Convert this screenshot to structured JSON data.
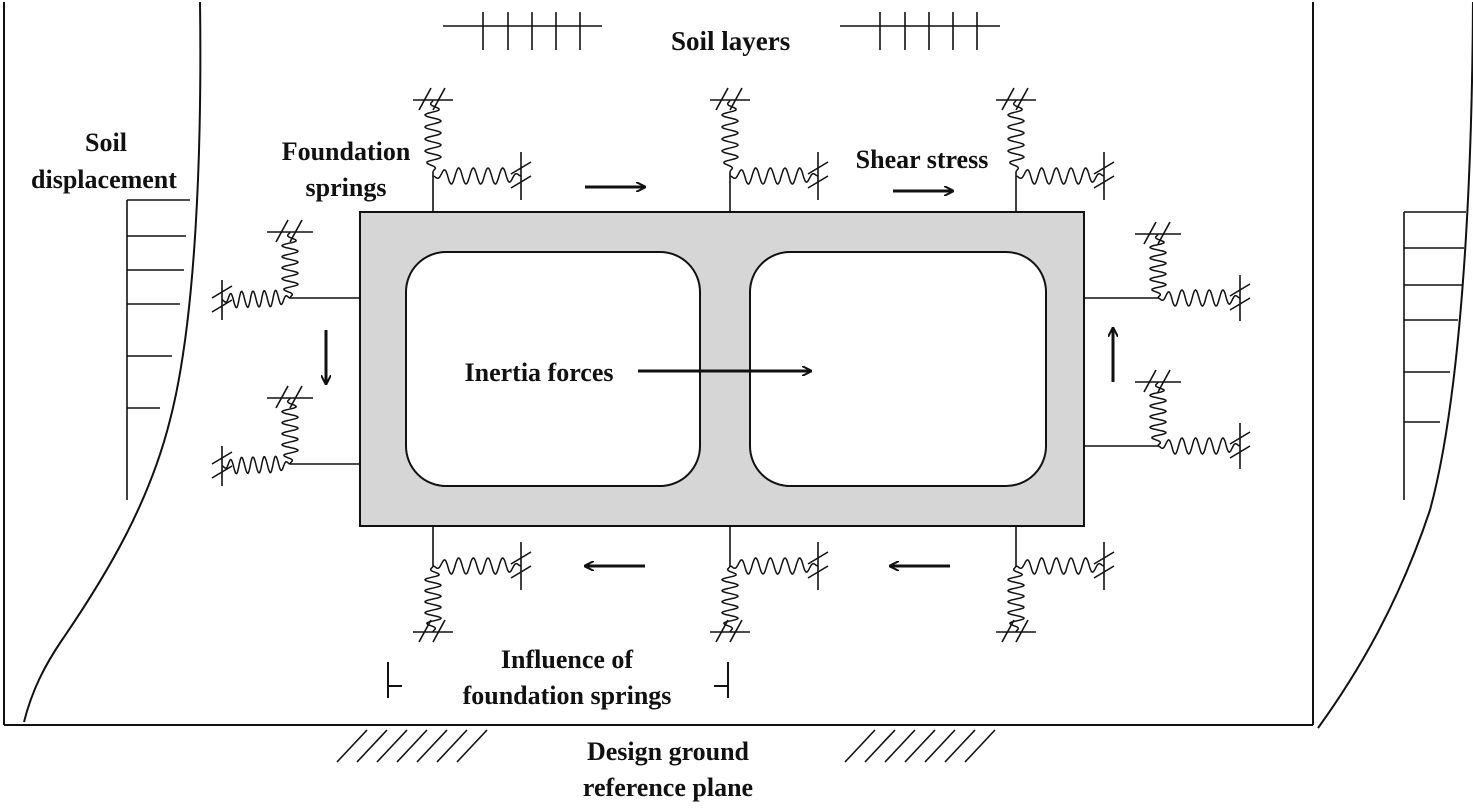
{
  "diagram": {
    "labels": {
      "soil_layers": "Soil layers",
      "soil_displacement_1": "Soil",
      "soil_displacement_2": "displacement",
      "foundation_springs_1": "Foundation",
      "foundation_springs_2": "springs",
      "shear_stress": "Shear stress",
      "inertia_forces": "Inertia forces",
      "influence_1": "Influence of",
      "influence_2": "foundation springs",
      "design_ground_1": "Design ground",
      "design_ground_2": "reference plane"
    },
    "colors": {
      "structure_fill": "#d6d6d6",
      "line": "#111111",
      "background": "#ffffff"
    }
  }
}
